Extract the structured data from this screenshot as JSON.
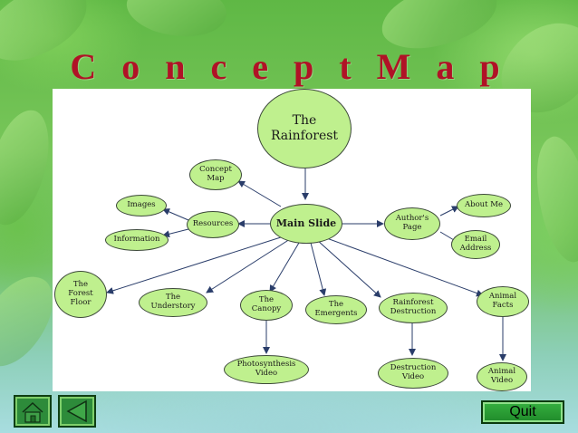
{
  "slide": {
    "title": "C o n c e p t   M a p"
  },
  "map": {
    "nodes": {
      "rainforest": "The\nRainforest",
      "concept_map": "Concept\nMap",
      "images": "Images",
      "information": "Information",
      "resources": "Resources",
      "main_slide": "Main Slide",
      "authors_page": "Author's\nPage",
      "about_me": "About Me",
      "email_address": "Email\nAddress",
      "forest_floor": "The\nForest\nFloor",
      "understory": "The\nUnderstory",
      "canopy": "The\nCanopy",
      "emergents": "The\nEmergents",
      "destruction": "Rainforest\nDestruction",
      "animal_facts": "Animal\nFacts",
      "photosynthesis": "Photosynthesis\nVideo",
      "destruction_video": "Destruction\nVideo",
      "animal_video": "Animal\nVideo"
    }
  },
  "nav": {
    "home_icon": "home-icon",
    "back_icon": "back-arrow-icon",
    "quit_label": "Quit"
  },
  "colors": {
    "title": "#b01226",
    "node_fill": "#bff08e",
    "button": "#2d8b3a"
  }
}
